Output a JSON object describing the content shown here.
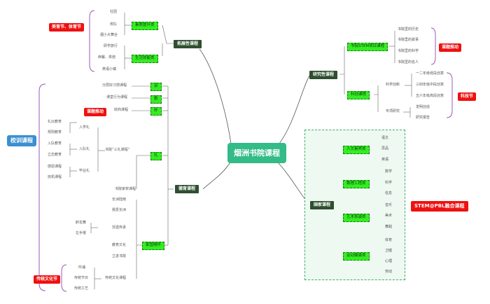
{
  "center": "烟洲书院课程",
  "left_frame_label": "校训课程",
  "tags": {
    "meiyu": "美育节、体育节",
    "keti_left": "课题推动",
    "chuantong": "传统文化节",
    "keti_right": "课题推动",
    "keji": "科技节",
    "stem": "STEM@PBL融合课程"
  },
  "branches": {
    "tuozhan": "拓展性课程",
    "deyu": "德育课程",
    "yanjiu": "研究性课程",
    "guojia": "国家课程"
  },
  "tuozhan": {
    "suzhi": "素质提升类",
    "shenghuo": "生活技能类",
    "suzhi_leaves": [
      "社团",
      "校队",
      "烟小大舞台"
    ],
    "shenghuo_leaves": [
      "研学旅行",
      "西餐、烘焙",
      "英语小镇"
    ]
  },
  "deyu": {
    "xun": "训",
    "qin": "勤",
    "pu": "朴",
    "li": "礼",
    "jiafeng": "家国情怀",
    "xun_leaf": "分层好习惯课程",
    "qin_leaf": "课堂行为课程",
    "pu_leaf": "财商课程",
    "sanli": "书院“三礼课程”",
    "ruxue": "入学礼",
    "ruduiyuan": "入队礼",
    "biye": "毕业礼",
    "ruxue_leaves": [
      "礼仪教育",
      "规则教育"
    ],
    "ruduiyuan_leaves": [
      "入队教育",
      "立志教育"
    ],
    "biye_leaves": [
      "感恩课程",
      "抚机课程"
    ],
    "yuanqi": "书院家校课程",
    "jiafeng_leaves": [
      "长洲陆雨",
      "我爱长洲",
      "非遗传承",
      "教育文化",
      "立进书院",
      "传统文化课程"
    ],
    "feiyi_leaves": [
      "醉龙舞",
      "左手棍"
    ],
    "chuantong_leaves": [
      "吟诵",
      "传统节日",
      "传统工艺"
    ]
  },
  "yanjiu": {
    "stem": "书院STEM项目课程",
    "keji": "科创课程",
    "stem_leaves": [
      "书院里的历史",
      "书院里的故事",
      "书院里的科学",
      "书院里的名人"
    ],
    "kexue": "科学创新",
    "zhuanti": "专项研究",
    "kexue_leaves": [
      "一二年级低段创意",
      "三四年级中段创意",
      "五六年级高段创意"
    ],
    "zhuanti_leaves": [
      "发明创造",
      "研究报告"
    ]
  },
  "guojia": {
    "renwen": "人文素养类",
    "shuli": "数理工程类",
    "yishu": "艺术表演类",
    "yundong": "运动健康类",
    "renwen_leaves": [
      "语文",
      "思品",
      "英语"
    ],
    "shuli_leaves": [
      "数学",
      "科学",
      "信息"
    ],
    "yishu_leaves": [
      "音乐",
      "美术",
      "舞蹈"
    ],
    "yundong_leaves": [
      "体育",
      "卫健",
      "心理",
      "劳动"
    ]
  }
}
